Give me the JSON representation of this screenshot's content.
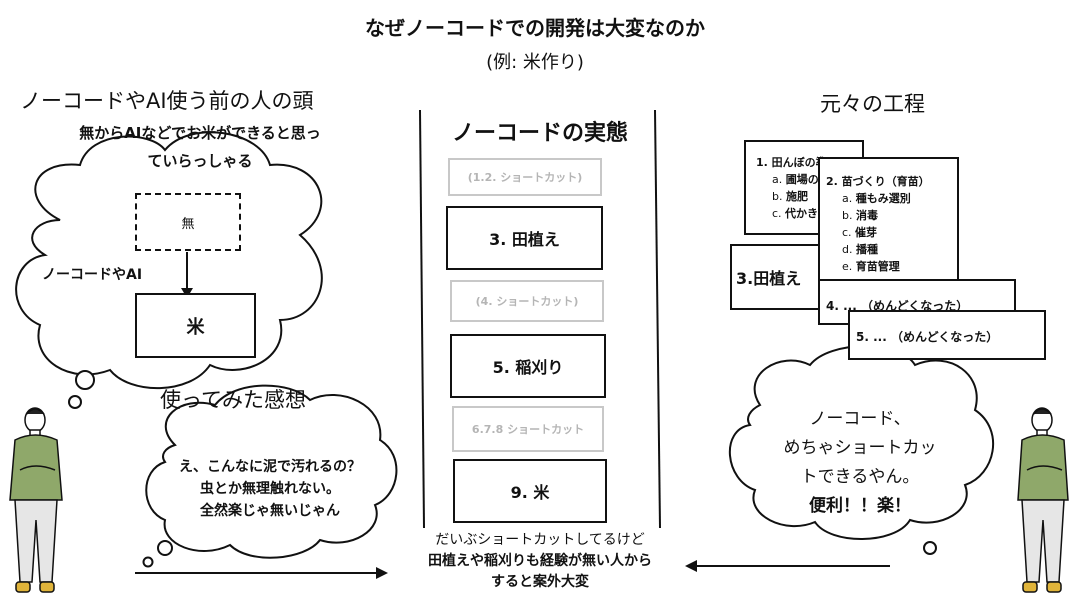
{
  "title": "なぜノーコードでの開発は大変なのか",
  "subtitle": "(例: 米作り)",
  "left": {
    "heading": "ノーコードやAI使う前の人の頭",
    "thought_line1": "無からAIなどでお米ができると思っ",
    "thought_line2": "ていらっしゃる",
    "mu_label": "無",
    "arrow_label": "ノーコードやAI",
    "kome_label": "米",
    "impression_heading": "使ってみた感想",
    "impression_line1": "え、こんなに泥で汚れるの？",
    "impression_line2": "虫とか無理触れない。",
    "impression_line3": "全然楽じゃ無いじゃん"
  },
  "center": {
    "heading": "ノーコードの実態",
    "steps": [
      {
        "label": "(1.2. ショートカット)",
        "shortcut": true
      },
      {
        "label": "3. 田植え",
        "shortcut": false
      },
      {
        "label": "(4. ショートカット)",
        "shortcut": true
      },
      {
        "label": "5. 稲刈り",
        "shortcut": false
      },
      {
        "label": "6.7.8 ショートカット",
        "shortcut": true
      },
      {
        "label": "9. 米",
        "shortcut": false
      }
    ],
    "note_line1": "だいぶショートカットしてるけど",
    "note_line2": "田植えや稲刈りも経験が無い人から",
    "note_line3": "すると案外大変"
  },
  "right": {
    "heading": "元々の工程",
    "page1_title": "1. 田んぼの準",
    "page1_items": [
      {
        "letter": "a.",
        "text": "圃場の"
      },
      {
        "letter": "b.",
        "text": "施肥"
      },
      {
        "letter": "c.",
        "text": "代かき"
      }
    ],
    "page2_title": "2. 苗づくり（育苗）",
    "page2_items": [
      {
        "letter": "a.",
        "text": "種もみ選別"
      },
      {
        "letter": "b.",
        "text": "消毒"
      },
      {
        "letter": "c.",
        "text": "催芽"
      },
      {
        "letter": "d.",
        "text": "播種"
      },
      {
        "letter": "e.",
        "text": "育苗管理"
      }
    ],
    "page3_title": "3.田植え",
    "page4_title": "4. ... （めんどくなった）",
    "page5_title": "5. ... （めんどくなった）",
    "thought_line1": "ノーコード、",
    "thought_line2": "めちゃショートカッ",
    "thought_line3": "トできるやん。",
    "thought_line4": "便利！！楽！"
  },
  "colors": {
    "line": "#111111",
    "shortcut_border": "#c8c8c8",
    "shortcut_text": "#b5b5b5",
    "jacket": "#8fa86a",
    "pants": "#e6e6e6",
    "shoes": "#e0b43a"
  }
}
